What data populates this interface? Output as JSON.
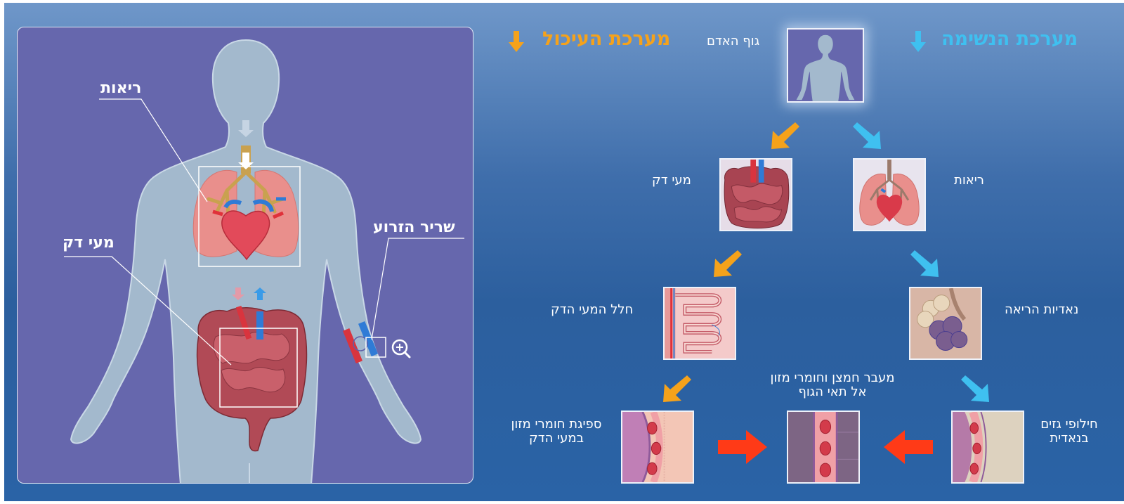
{
  "left_panel": {
    "labels": {
      "lungs": "ריאות",
      "small_intestine": "מעי דק",
      "arm_muscle": "שריר הזרוע"
    }
  },
  "headers": {
    "digestive_system": "מערכת העיכול",
    "respiratory_system": "מערכת הנשימה",
    "human_body": "גוף האדם"
  },
  "cards": {
    "lungs": "ריאות",
    "small_intestine": "מעי דק",
    "alveoli": "נאדיות הריאה",
    "intestinal_lumen": "חלל המעי הדק",
    "gas_exchange_line1": "חילופי גזים",
    "gas_exchange_line2": "בנאדית",
    "transfer_line1": "מעבר חמצן וחומרי מזון",
    "transfer_line2": "אל תאי הגוף",
    "absorption_line1": "ספיגת חומרי מזון",
    "absorption_line2": "במעי הדק"
  },
  "colors": {
    "digestive_accent": "#f5a21b",
    "respiratory_accent": "#3fc0f0",
    "transfer_arrow": "#ff3a17",
    "panel_bg": "#6667ad"
  },
  "icons": {
    "zoom": "zoom-in-icon"
  }
}
